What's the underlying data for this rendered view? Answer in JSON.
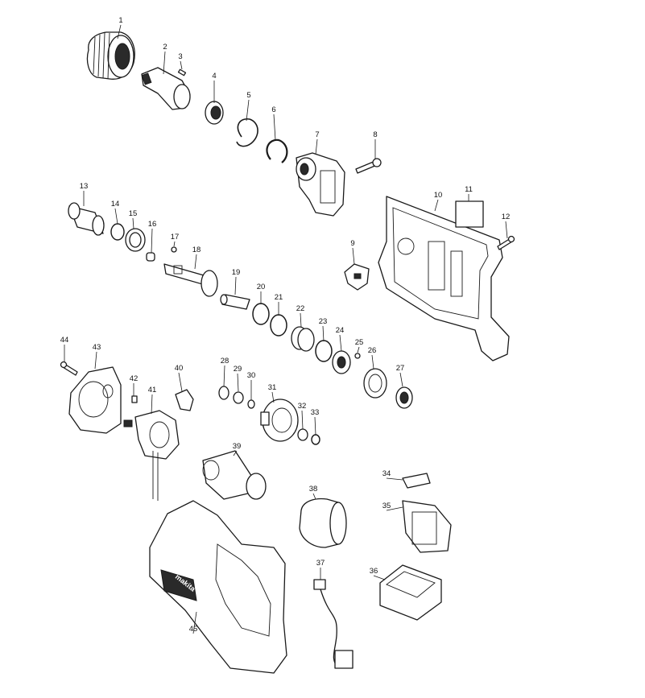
{
  "brand_logo": "makita",
  "colors": {
    "line": "#1a1a1a",
    "background": "#ffffff"
  },
  "parts": [
    {
      "number": "1"
    },
    {
      "number": "2"
    },
    {
      "number": "3"
    },
    {
      "number": "4"
    },
    {
      "number": "5"
    },
    {
      "number": "6"
    },
    {
      "number": "7"
    },
    {
      "number": "8"
    },
    {
      "number": "9"
    },
    {
      "number": "10"
    },
    {
      "number": "11"
    },
    {
      "number": "12"
    },
    {
      "number": "13"
    },
    {
      "number": "14"
    },
    {
      "number": "15"
    },
    {
      "number": "16"
    },
    {
      "number": "17"
    },
    {
      "number": "18"
    },
    {
      "number": "19"
    },
    {
      "number": "20"
    },
    {
      "number": "21"
    },
    {
      "number": "22"
    },
    {
      "number": "23"
    },
    {
      "number": "24"
    },
    {
      "number": "25"
    },
    {
      "number": "26"
    },
    {
      "number": "27"
    },
    {
      "number": "28"
    },
    {
      "number": "29"
    },
    {
      "number": "30"
    },
    {
      "number": "31"
    },
    {
      "number": "32"
    },
    {
      "number": "33"
    },
    {
      "number": "34"
    },
    {
      "number": "35"
    },
    {
      "number": "36"
    },
    {
      "number": "37"
    },
    {
      "number": "38"
    },
    {
      "number": "39"
    },
    {
      "number": "40"
    },
    {
      "number": "41"
    },
    {
      "number": "42"
    },
    {
      "number": "43"
    },
    {
      "number": "44"
    },
    {
      "number": "45"
    }
  ]
}
